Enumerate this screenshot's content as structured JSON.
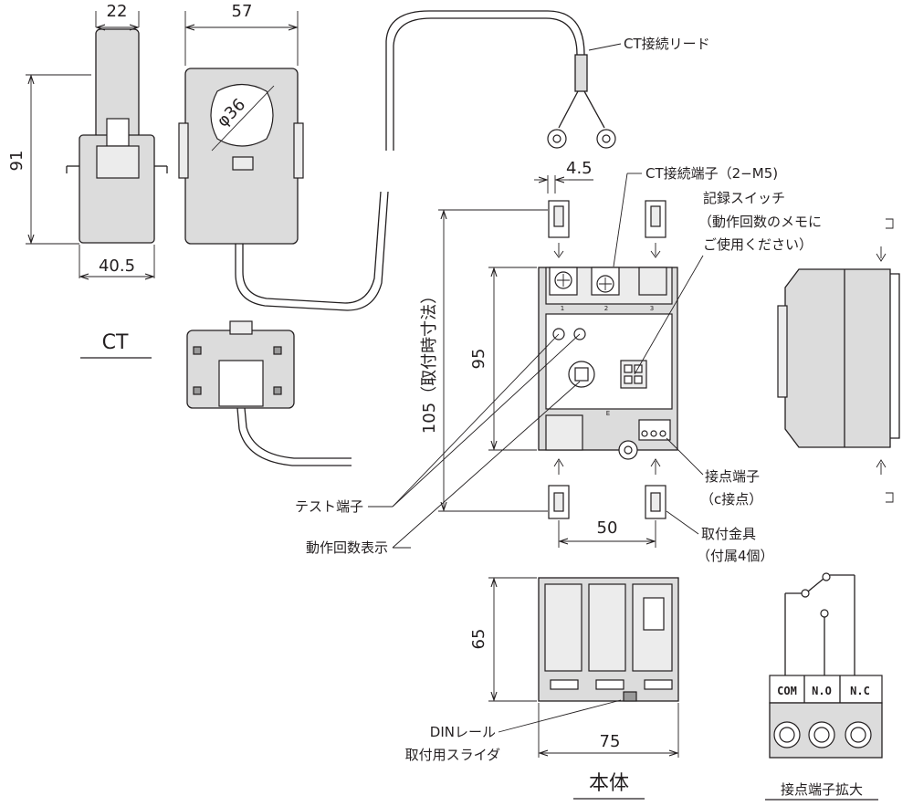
{
  "dimensions": {
    "ct_width_small": "22",
    "ct_width_large": "57",
    "ct_height": "91",
    "ct_bottom_width": "40.5",
    "ct_hole_diameter": "φ36",
    "terminal_offset": "4.5",
    "body_height": "95",
    "mount_pitch": "105（取付時寸法）",
    "mount_width": "50",
    "body_depth": "65",
    "body_width": "75"
  },
  "labels": {
    "ct_title": "CT",
    "ct_lead": "CT接続リード",
    "ct_terminal": "CT接続端子（2−M5)",
    "record_switch_1": "記録スイッチ",
    "record_switch_2": "（動作回数のメモに",
    "record_switch_3": "ご使用ください）",
    "test_terminal": "テスト端子",
    "counter_display": "動作回数表示",
    "contact_terminal_1": "接点端子",
    "contact_terminal_2": "（c接点）",
    "mount_bracket_1": "取付金具",
    "mount_bracket_2": "（付属4個）",
    "din_slider_1": "DINレール",
    "din_slider_2": "取付用スライダ",
    "body_title": "本体",
    "contact_zoom_title": "接点端子拡大"
  },
  "terminal_numbers": [
    "1",
    "2",
    "3"
  ],
  "panel_letter": "E",
  "terminal_names": [
    "COM",
    "N.O",
    "N.C"
  ]
}
